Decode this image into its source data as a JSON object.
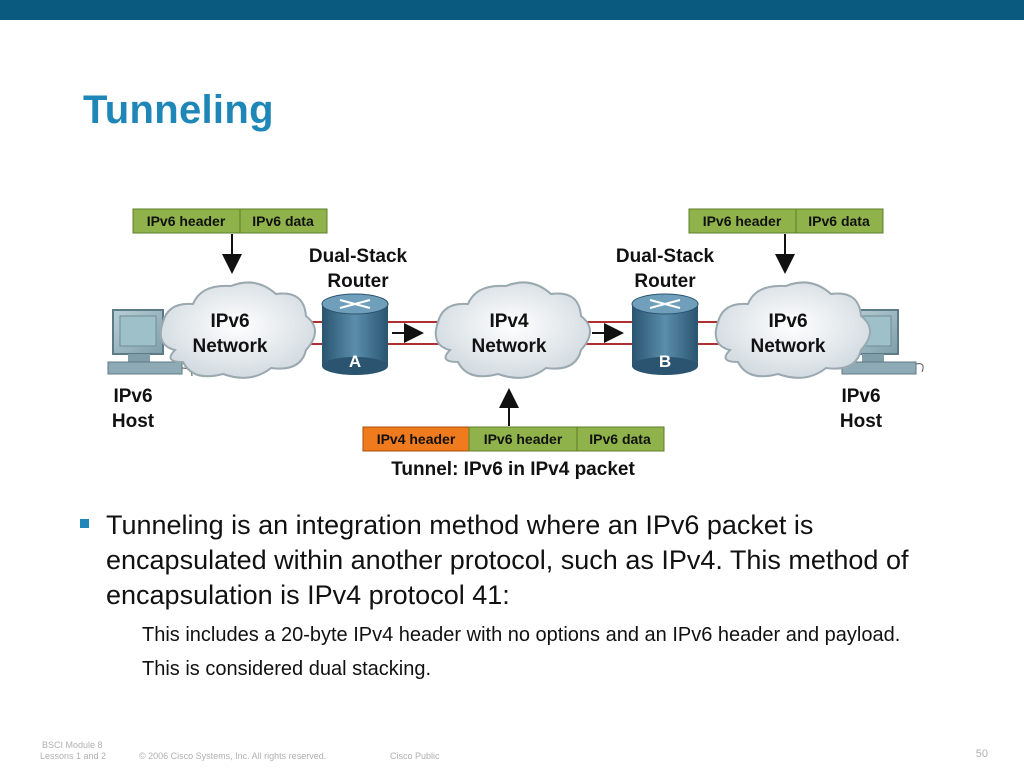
{
  "title": "Tunneling",
  "diagram": {
    "left_packet": {
      "header": "IPv6 header",
      "data": "IPv6 data"
    },
    "right_packet": {
      "header": "IPv6 header",
      "data": "IPv6 data"
    },
    "tunnel_packet": {
      "ipv4_header": "IPv4 header",
      "ipv6_header": "IPv6 header",
      "ipv6_data": "IPv6 data"
    },
    "tunnel_caption": "Tunnel: IPv6 in IPv4 packet",
    "router_left": {
      "label_line1": "Dual-Stack",
      "label_line2": "Router",
      "letter": "A"
    },
    "router_right": {
      "label_line1": "Dual-Stack",
      "label_line2": "Router",
      "letter": "B"
    },
    "cloud_left": {
      "line1": "IPv6",
      "line2": "Network"
    },
    "cloud_middle": {
      "line1": "IPv4",
      "line2": "Network"
    },
    "cloud_right": {
      "line1": "IPv6",
      "line2": "Network"
    },
    "host_left": {
      "line1": "IPv6",
      "line2": "Host"
    },
    "host_right": {
      "line1": "IPv6",
      "line2": "Host"
    },
    "colors": {
      "packet_green": "#8fb24a",
      "packet_orange": "#f07a1e",
      "tunnel_line": "#b03030",
      "router": "#3a6e8a"
    }
  },
  "bullet": {
    "main": "Tunneling is an integration method where an IPv6 packet is encapsulated within another protocol, such as IPv4. This method of encapsulation is IPv4 protocol 41:",
    "sub1": "This includes a 20-byte IPv4 header with no options and an IPv6 header and payload.",
    "sub2": "This is considered dual stacking."
  },
  "footer": {
    "module_line1": "BSCI Module 8",
    "module_line2": "Lessons 1 and 2",
    "copyright": "© 2006 Cisco Systems, Inc. All rights reserved.",
    "classification": "Cisco Public",
    "page": "50"
  }
}
